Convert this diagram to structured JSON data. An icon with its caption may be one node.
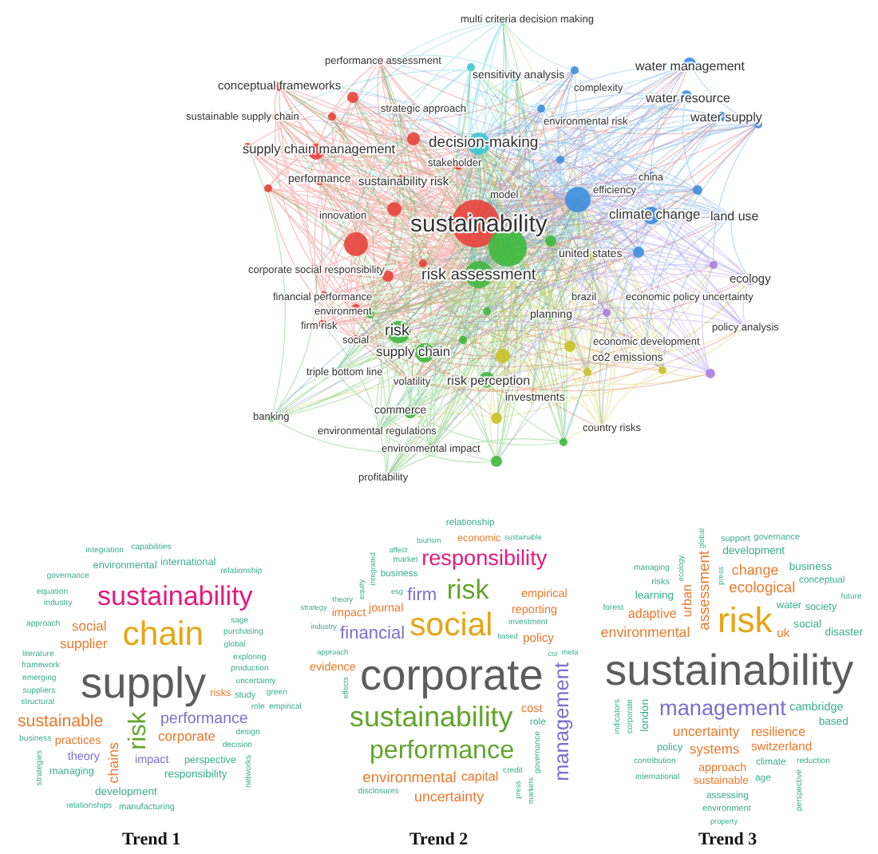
{
  "diagram": {
    "labels": [
      "multi criteria decision making",
      "performance assessment",
      "sensitivity analysis",
      "complexity",
      "water management",
      "conceptual frameworks",
      "strategic approach",
      "water resource",
      "sustainable supply chain",
      "environmental risk",
      "water supply",
      "supply chain management",
      "decision-making",
      "stakeholder",
      "performance",
      "sustainability risk",
      "china",
      "model",
      "efficiency",
      "innovation",
      "sustainability",
      "climate change",
      "land use",
      "united states",
      "corporate social responsibility",
      "risk assessment",
      "ecology",
      "financial performance",
      "brazil",
      "economic policy uncertainty",
      "environment",
      "planning",
      "firm risk",
      "risk",
      "policy analysis",
      "social",
      "economic development",
      "supply chain",
      "co2 emissions",
      "triple bottom line",
      "volatility",
      "risk perception",
      "investments",
      "commerce",
      "banking",
      "environmental regulations",
      "country risks",
      "environmental impact",
      "profitability",
      "capabilities",
      "integration",
      "international",
      "governance",
      "environmental",
      "relationship",
      "equation",
      "industry",
      "sustainability",
      "approach",
      "social",
      "chain",
      "sage",
      "purchasing",
      "supplier",
      "global",
      "literature",
      "exploring",
      "framework",
      "production",
      "emerging",
      "uncertainty",
      "suppliers",
      "green",
      "structural",
      "supply",
      "study",
      "business",
      "role",
      "empirical",
      "risks",
      "sustainable",
      "risk",
      "performance",
      "practices",
      "chains",
      "corporate",
      "design",
      "theory",
      "decision",
      "managing",
      "impact",
      "perspective",
      "strategies",
      "networks",
      "development",
      "responsibility",
      "relationships",
      "manufacturing",
      "tourism",
      "sustainable",
      "integrated",
      "market",
      "relationship",
      "affect",
      "equity",
      "esg",
      "business",
      "economic",
      "theory",
      "responsibility",
      "strategy",
      "journal",
      "firm",
      "risk",
      "reporting",
      "industry",
      "impact",
      "based",
      "empirical",
      "financial",
      "investment",
      "social",
      "policy",
      "approach",
      "evidence",
      "csr",
      "meta",
      "effects",
      "corporate",
      "management",
      "sustainability",
      "cost",
      "role",
      "governance",
      "performance",
      "environmental",
      "capital",
      "disclosures",
      "uncertainty",
      "credit",
      "press",
      "markets",
      "support",
      "governance",
      "ecology",
      "press",
      "managing",
      "global",
      "development",
      "assessment",
      "business",
      "conceptual",
      "urban",
      "risks",
      "change",
      "water",
      "learning",
      "future",
      "forest",
      "ecological",
      "society",
      "adaptive",
      "social",
      "risk",
      "environmental",
      "uk",
      "disaster",
      "sustainability",
      "management",
      "based",
      "indicators",
      "corporate",
      "london",
      "cambridge",
      "uncertainty",
      "resilience",
      "policy",
      "systems",
      "switzerland",
      "contribution",
      "approach",
      "climate",
      "reduction",
      "international",
      "sustainable",
      "age",
      "assessing",
      "perspective",
      "environment",
      "property",
      "Trend 1",
      "Trend 2",
      "Trend 3"
    ]
  }
}
